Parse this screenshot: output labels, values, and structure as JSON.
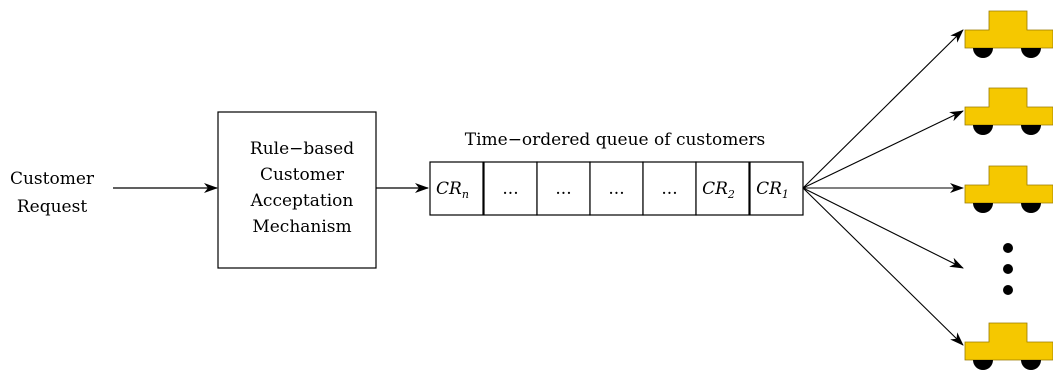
{
  "input": {
    "label_line1": "Customer",
    "label_line2": "Request"
  },
  "mechanism": {
    "line1": "Rule−based",
    "line2": "Customer",
    "line3": "Acceptation",
    "line4": "Mechanism"
  },
  "queue": {
    "title": "Time−ordered queue of customers",
    "cells": [
      {
        "base": "CR",
        "sub": "n"
      },
      {
        "base": "...",
        "sub": ""
      },
      {
        "base": "...",
        "sub": ""
      },
      {
        "base": "...",
        "sub": ""
      },
      {
        "base": "...",
        "sub": ""
      },
      {
        "base": "CR",
        "sub": "2"
      },
      {
        "base": "CR",
        "sub": "1"
      }
    ]
  },
  "vehicles": {
    "color": "#f5c800",
    "wheel_color": "#000000",
    "ellipsis_color": "#000000"
  }
}
